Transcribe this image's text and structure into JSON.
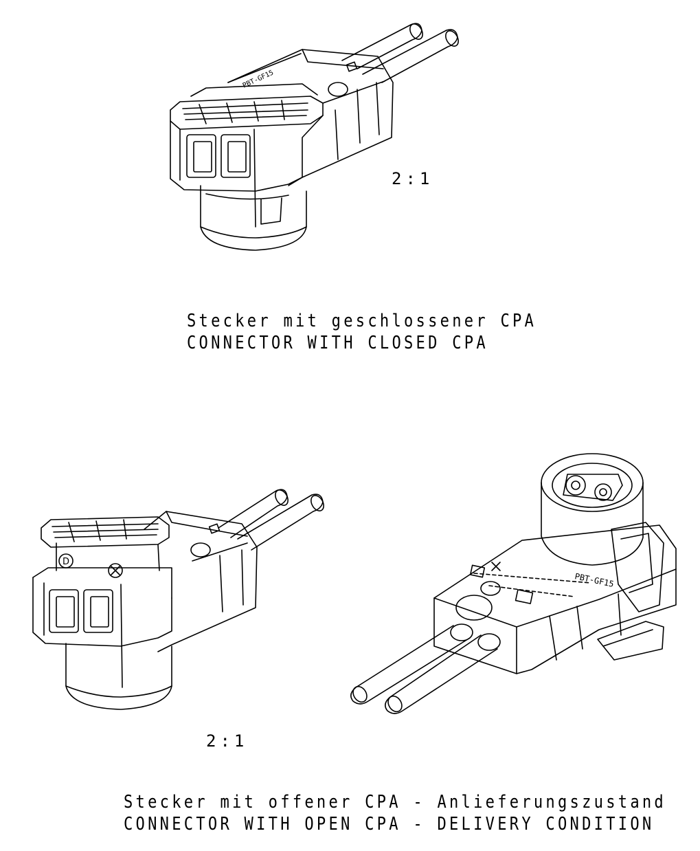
{
  "figures": [
    {
      "scale": "2:1",
      "caption_de": "Stecker mit geschlossener CPA",
      "caption_en": "CONNECTOR WITH CLOSED CPA"
    },
    {
      "scale": "2:1",
      "caption_de": "Stecker mit offener CPA - Anlieferungszustand",
      "caption_en": "CONNECTOR WITH OPEN CPA - DELIVERY CONDITION"
    }
  ],
  "part_marking": "PBT-GF15",
  "icons": [
    "connector-closed-cpa-drawing",
    "connector-open-cpa-drawing",
    "connector-rear-view-drawing"
  ]
}
